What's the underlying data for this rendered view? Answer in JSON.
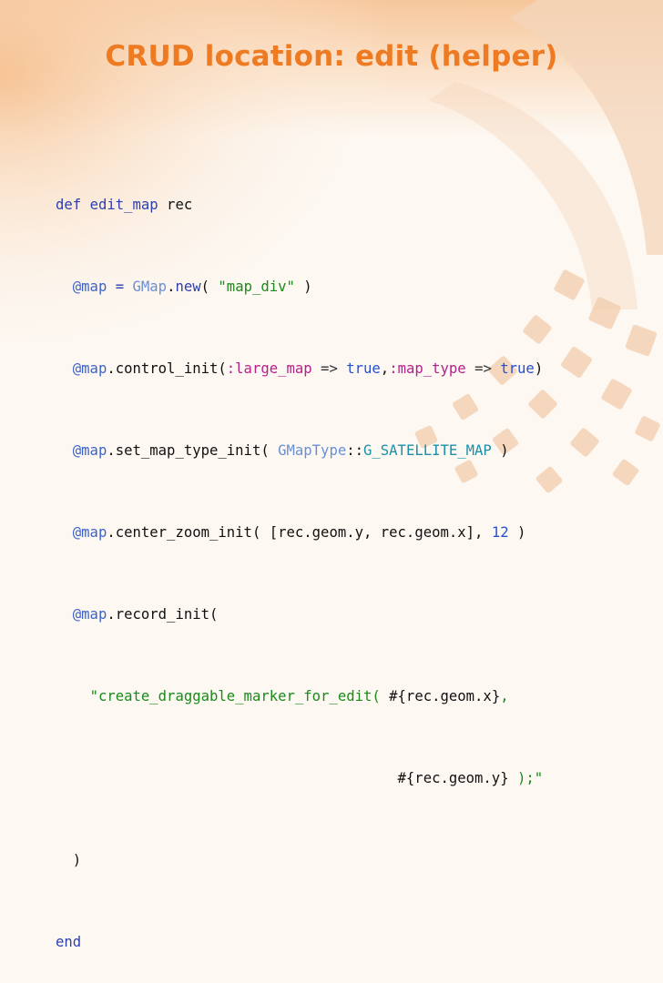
{
  "slide": {
    "title": "CRUD location: edit (helper)"
  },
  "code": {
    "l1": {
      "kw": "def",
      "name": "edit_map",
      "arg": " rec"
    },
    "l2": {
      "indent": "  ",
      "ivar": "@map",
      "eq": " = ",
      "cls": "GMap",
      "dot": ".",
      "method": "new",
      "open": "( ",
      "str": "\"map_div\"",
      "close": " )"
    },
    "l3": {
      "indent": "  ",
      "ivar": "@map",
      "call": ".control_init(",
      "sym1": ":large_map",
      "arrow1": " => ",
      "bool1": "true",
      "comma": ",",
      "sym2": ":map_type",
      "arrow2": " => ",
      "bool2": "true",
      "close": ")"
    },
    "l4": {
      "indent": "  ",
      "ivar": "@map",
      "call": ".set_map_type_init( ",
      "cls": "GMapType",
      "sep": "::",
      "const": "G_SATELLITE_MAP",
      "close": " )"
    },
    "l5": {
      "indent": "  ",
      "ivar": "@map",
      "call": ".center_zoom_init( [rec.geom.y, rec.geom.x], ",
      "num": "12",
      "close": " )"
    },
    "l6": {
      "indent": "  ",
      "ivar": "@map",
      "call": ".record_init("
    },
    "l7": {
      "indent": "    ",
      "str_a": "\"create_draggable_marker_for_edit( ",
      "interp_a": "#{rec.geom.x}",
      "str_b": ","
    },
    "l8": {
      "indent": "                                        ",
      "interp_b": "#{rec.geom.y}",
      "str_c": " );\""
    },
    "l9": {
      "text": "  )"
    },
    "l10": {
      "kw": "end"
    }
  }
}
